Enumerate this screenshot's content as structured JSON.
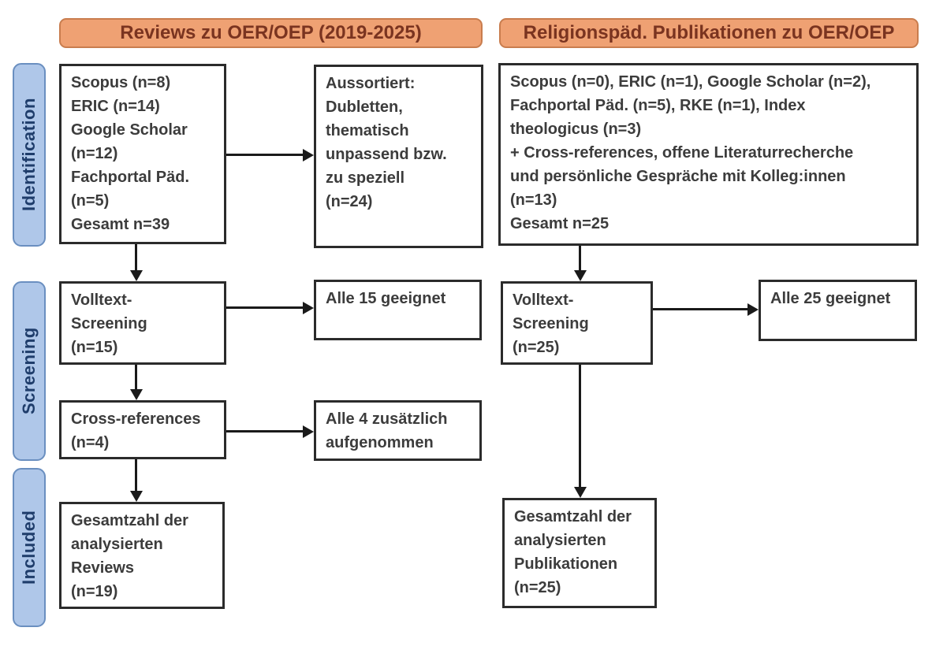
{
  "stages": {
    "identification": "Identification",
    "screening": "Screening",
    "included": "Included"
  },
  "reviews_column": {
    "header": "Reviews zu OER/OEP (2019-2025)",
    "sources": [
      "Scopus (n=8)",
      "ERIC (n=14)",
      "Google Scholar",
      "(n=12)",
      "Fachportal Päd.",
      "(n=5)",
      "Gesamt n=39"
    ],
    "excluded": [
      "Aussortiert:",
      "Dubletten,",
      "thematisch",
      "unpassend bzw.",
      "zu speziell",
      "(n=24)"
    ],
    "fulltext_screening": [
      "Volltext-",
      "Screening",
      "(n=15)"
    ],
    "fulltext_result": [
      "Alle 15 geeignet"
    ],
    "crossref": [
      "Cross-references",
      "(n=4)"
    ],
    "crossref_result": [
      "Alle 4 zusätzlich",
      "aufgenommen"
    ],
    "included": [
      "Gesamtzahl der",
      "analysierten",
      "Reviews",
      "(n=19)"
    ]
  },
  "relpaed_column": {
    "header": "Religionspäd. Publikationen zu OER/OEP",
    "sources": [
      "Scopus (n=0), ERIC (n=1), Google Scholar (n=2),",
      "Fachportal Päd. (n=5), RKE (n=1), Index",
      "theologicus (n=3)",
      "+ Cross-references, offene Literaturrecherche",
      "und persönliche Gespräche mit Kolleg:innen",
      "(n=13)",
      "Gesamt n=25"
    ],
    "fulltext_screening": [
      "Volltext-",
      "Screening",
      "(n=25)"
    ],
    "fulltext_result": [
      "Alle 25 geeignet"
    ],
    "included": [
      "Gesamtzahl der",
      "analysierten",
      "Publikationen",
      "(n=25)"
    ]
  },
  "colors": {
    "header_fill": "#EFA173",
    "header_border": "#C97D4E",
    "header_text": "#7A3420",
    "stage_fill": "#AFC7E9",
    "stage_border": "#6A8FC0",
    "stage_text": "#1F3D6B",
    "box_border": "#2B2B2B",
    "box_text": "#3C3C3C",
    "arrow": "#1A1A1A",
    "background": "#FFFFFF"
  }
}
